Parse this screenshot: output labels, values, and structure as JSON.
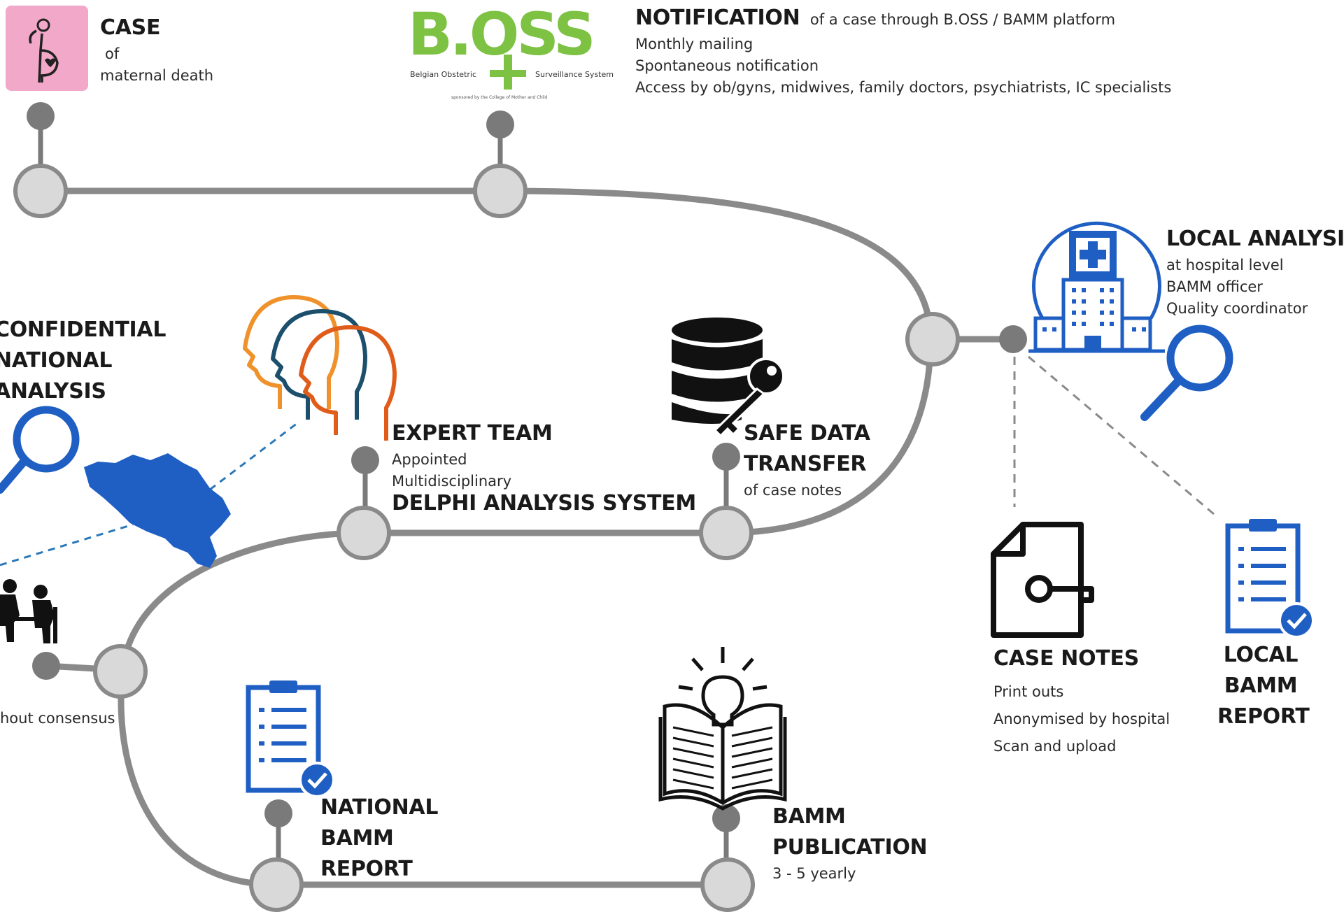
{
  "colors": {
    "path": "#8a8a8a",
    "node_fill": "#d9d9d9",
    "pin": "#7a7a7a",
    "accent_blue": "#1f5fc4",
    "pink": "#f2a8c8",
    "green": "#7dc242",
    "orange1": "#f0922b",
    "navy": "#1c4f6b",
    "orange2": "#e05c1a",
    "black": "#111111"
  },
  "icons": {
    "case": "pregnant-woman-icon",
    "boss": "boss-logo",
    "hospital": "hospital-icon",
    "magnifier": "magnifier-icon",
    "heads": "expert-heads-icon",
    "database": "database-key-icon",
    "map": "belgium-map-icon",
    "meeting": "meeting-people-icon",
    "case_notes": "document-key-icon",
    "clipboard": "clipboard-check-icon",
    "book": "open-book-lightbulb-icon"
  },
  "boss_logo": {
    "wordmark": "B.OSS",
    "left_caption": "Belgian Obstetric",
    "right_caption": "Surveillance System",
    "footer": "sponsored by the College of Mother and Child"
  },
  "case": {
    "title": "CASE",
    "lines": [
      "of",
      "maternal death"
    ]
  },
  "notification": {
    "title": "NOTIFICATION",
    "title_suffix": "of a case through B.OSS / BAMM platform",
    "lines": [
      "Monthly mailing",
      "Spontaneous notification",
      "Access by ob/gyns, midwives, family doctors, psychiatrists,  IC specialists"
    ]
  },
  "local_analysis": {
    "title": "LOCAL ANALYSIS",
    "lines": [
      "at hospital level",
      "BAMM officer",
      "Quality coordinator"
    ]
  },
  "confidential": {
    "title_lines": [
      "CONFIDENTIAL",
      "NATIONAL",
      "ANALYSIS"
    ]
  },
  "expert_team": {
    "title": "EXPERT TEAM",
    "lines": [
      "Appointed",
      "Multidisciplinary"
    ],
    "subtitle": "DELPHI ANALYSIS SYSTEM"
  },
  "safe_transfer": {
    "title_lines": [
      "SAFE DATA",
      "TRANSFER"
    ],
    "lines": [
      "of case notes"
    ]
  },
  "case_notes": {
    "title": "CASE NOTES",
    "lines": [
      "Print outs",
      "Anonymised by hospital",
      "Scan and upload"
    ]
  },
  "local_report": {
    "title_lines": [
      "LOCAL",
      "BAMM",
      "REPORT"
    ]
  },
  "national_report": {
    "title_lines": [
      "NATIONAL",
      "BAMM",
      "REPORT"
    ]
  },
  "publication": {
    "title_lines": [
      "BAMM",
      "PUBLICATION"
    ],
    "lines": [
      "3 - 5 yearly"
    ]
  },
  "consensus": {
    "text": "hout consensus"
  }
}
